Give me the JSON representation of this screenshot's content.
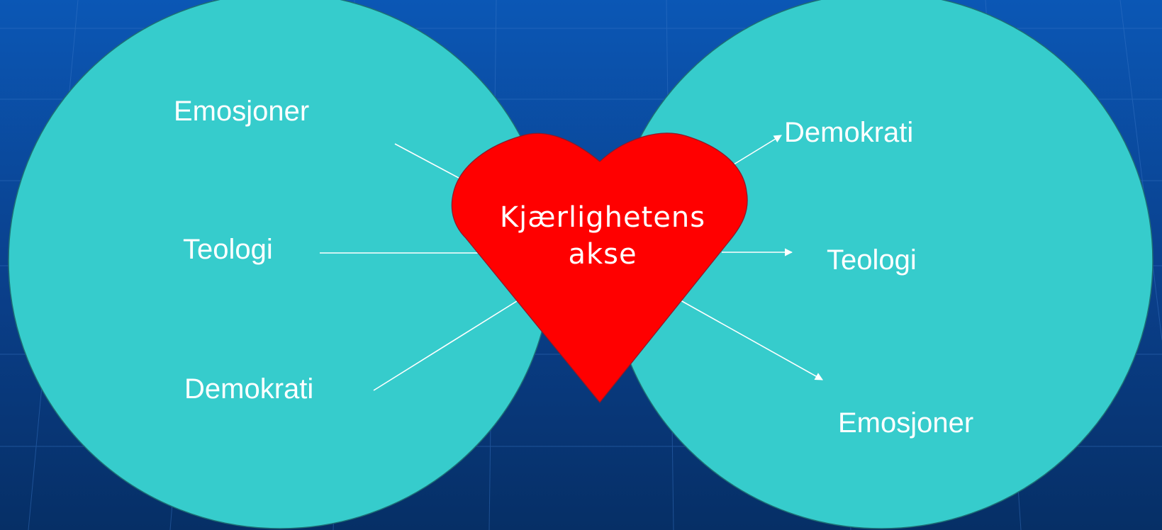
{
  "diagram": {
    "heart": {
      "line1": "Kjærlighetens",
      "line2": "akse"
    },
    "left_terms": [
      "Emosjoner",
      "Teologi",
      "Demokrati"
    ],
    "right_terms": [
      "Demokrati",
      "Teologi",
      "Emosjoner"
    ],
    "colors": {
      "background_top": "#0b57b5",
      "background_bottom": "#062f66",
      "circle_fill": "#36cccc",
      "circle_stroke": "#1d6f74",
      "heart_fill": "#ff0000",
      "text": "#ffffff"
    }
  }
}
